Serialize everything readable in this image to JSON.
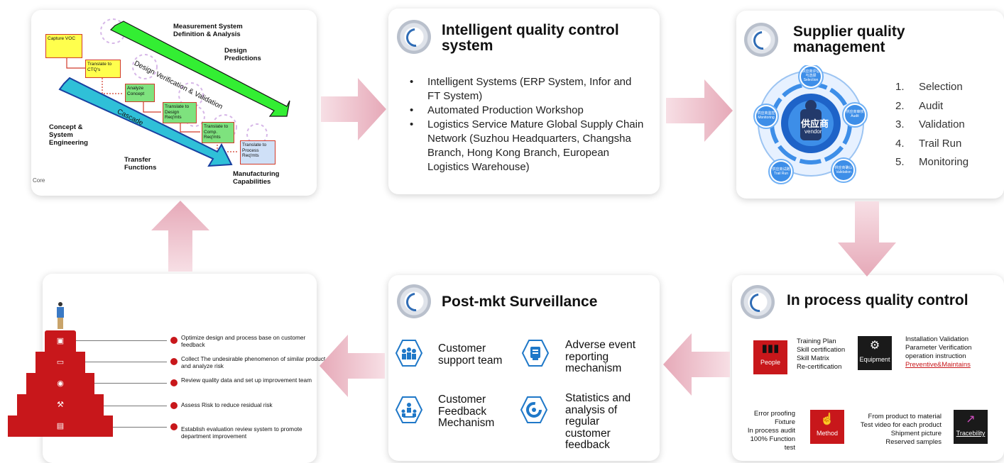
{
  "colors": {
    "accent_red": "#c8171b",
    "arrow_pink": "#e6a9b8",
    "ring_blue": "#2f6cb5",
    "green_arrow": "#33ee33",
    "cyan_arrow": "#2fc0d8",
    "hex_blue": "#1f78c8"
  },
  "design_flow": {
    "boxes": [
      "Capture VOC",
      "Translate to CTQ's",
      "Analyze Concept",
      "Translate to Design Req'mts",
      "Translate to Comp. Req'mts",
      "Translate to Process Req'mts"
    ],
    "labels": {
      "measurement": "Measurement System Definition & Analysis",
      "predictions": "Design Predictions",
      "concept": "Concept & System Engineering",
      "transfer": "Transfer Functions",
      "manufacturing": "Manufacturing Capabilities",
      "green_arrow": "Design Verification & Validation",
      "blue_arrow": "Cascade",
      "logo": "Core"
    }
  },
  "quality_system": {
    "title": "Intelligent quality control system",
    "bullets": [
      "Intelligent Systems (ERP System, Infor and FT System)",
      "Automated Production Workshop",
      "Logistics Service Mature Global Supply Chain Network (Suzhou Headquarters, Changsha Branch, Hong Kong Branch, European Logistics Warehouse)"
    ]
  },
  "supplier": {
    "title": "Supplier quality management",
    "center_cn": "供应商",
    "center_en": "vendor",
    "nodes": [
      {
        "cn": "供应商评估与选择",
        "en": "Selection"
      },
      {
        "cn": "供应商审核",
        "en": "Audit"
      },
      {
        "cn": "供应商确认",
        "en": "Validation"
      },
      {
        "cn": "供应商试跑",
        "en": "Trail Run"
      },
      {
        "cn": "供应商监控",
        "en": "Monitoring"
      }
    ],
    "list": [
      {
        "num": "1.",
        "label": "Selection"
      },
      {
        "num": "2.",
        "label": "Audit"
      },
      {
        "num": "3.",
        "label": "Validation"
      },
      {
        "num": "4.",
        "label": "Trail Run"
      },
      {
        "num": "5.",
        "label": "Monitoring"
      }
    ]
  },
  "process": {
    "title": "In process quality control",
    "people": {
      "label": "People",
      "items": [
        "Training Plan",
        "Skill certification",
        "Skill Matrix",
        "Re-certification"
      ]
    },
    "equipment": {
      "label": "Equipment",
      "items": [
        "Installation Validation",
        "Parameter Verification",
        "operation instruction",
        "Preventive&Maintains"
      ]
    },
    "method": {
      "label": "Method",
      "items": [
        "Error proofing",
        "Fixture",
        "In process audit",
        "100% Function test"
      ]
    },
    "trace": {
      "label": "Tracebility",
      "items": [
        "From product to material",
        "Test video for each product",
        "Shipment picture",
        "Reserved samples"
      ]
    }
  },
  "postmkt": {
    "title": "Post-mkt Surveillance",
    "items": [
      "Customer support team",
      "Adverse event reporting mechanism",
      "Customer Feedback Mechanism",
      "Statistics and analysis of regular customer feedback"
    ]
  },
  "stairs": {
    "items": [
      "Optimize design and process base on customer feedback",
      "Collect The undesirable phenomenon of similar product and analyze risk",
      "Review quality data and set up improvement team",
      "Assess Risk to reduce residual risk",
      "Establish evaluation review system to promote department improvement"
    ]
  }
}
